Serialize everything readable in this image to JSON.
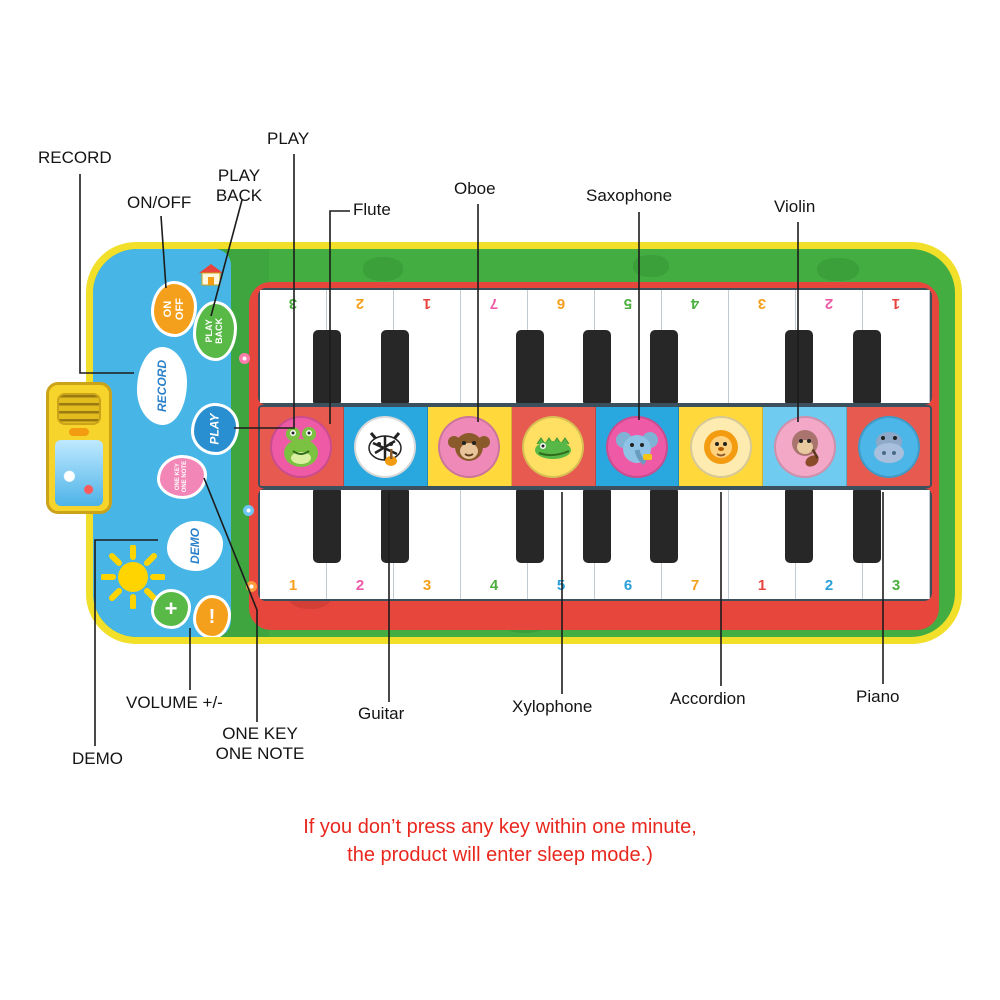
{
  "palette": {
    "mat_border": "#f2df2a",
    "mat_green": "#44ad42",
    "panel_blue": "#47b6e6",
    "panel_red": "#e7463d",
    "cell_red": "#e65a50",
    "cell_blue": "#29a8df",
    "cell_yellow": "#ffd93b",
    "cell_lightblue": "#6fcbf0",
    "black_key": "#272727",
    "warning_red": "#e8281e"
  },
  "callouts": {
    "record": "RECORD",
    "on_off": "ON/OFF",
    "play_back_1": "PLAY",
    "play_back_2": "BACK",
    "play": "PLAY",
    "flute": "Flute",
    "oboe": "Oboe",
    "saxophone": "Saxophone",
    "violin": "Violin",
    "volume": "VOLUME +/-",
    "demo": "DEMO",
    "one_key_1": "ONE KEY",
    "one_key_2": "ONE NOTE",
    "guitar": "Guitar",
    "xylophone": "Xylophone",
    "accordion": "Accordion",
    "piano": "Piano"
  },
  "mat": {
    "controls": {
      "on": "ON",
      "off": "OFF",
      "play_back_1": "PLAY",
      "play_back_2": "BACK",
      "record": "RECORD",
      "play": "PLAY",
      "one_key_1": "ONE KEY",
      "one_key_2": "ONE NOTE",
      "demo": "DEMO",
      "volume_up": "+",
      "volume_down": "!"
    },
    "keyboard": {
      "top_numbers": [
        "3",
        "2",
        "1",
        "7",
        "6",
        "5",
        "4",
        "3",
        "2",
        "1"
      ],
      "bottom_numbers": [
        "1",
        "2",
        "3",
        "4",
        "5",
        "6",
        "7",
        "1",
        "2",
        "3"
      ]
    },
    "instruments": [
      {
        "name": "flute",
        "animal": "frog"
      },
      {
        "name": "guitar",
        "animal": "zebra"
      },
      {
        "name": "oboe",
        "animal": "monkey"
      },
      {
        "name": "xylophone",
        "animal": "crocodile"
      },
      {
        "name": "saxophone",
        "animal": "elephant"
      },
      {
        "name": "accordion",
        "animal": "lion"
      },
      {
        "name": "violin",
        "animal": "monkey-with-violin"
      },
      {
        "name": "piano",
        "animal": "hippo"
      }
    ]
  },
  "warning": {
    "line1": "If you don’t press any key within one minute,",
    "line2": "the product will enter sleep mode.)"
  }
}
